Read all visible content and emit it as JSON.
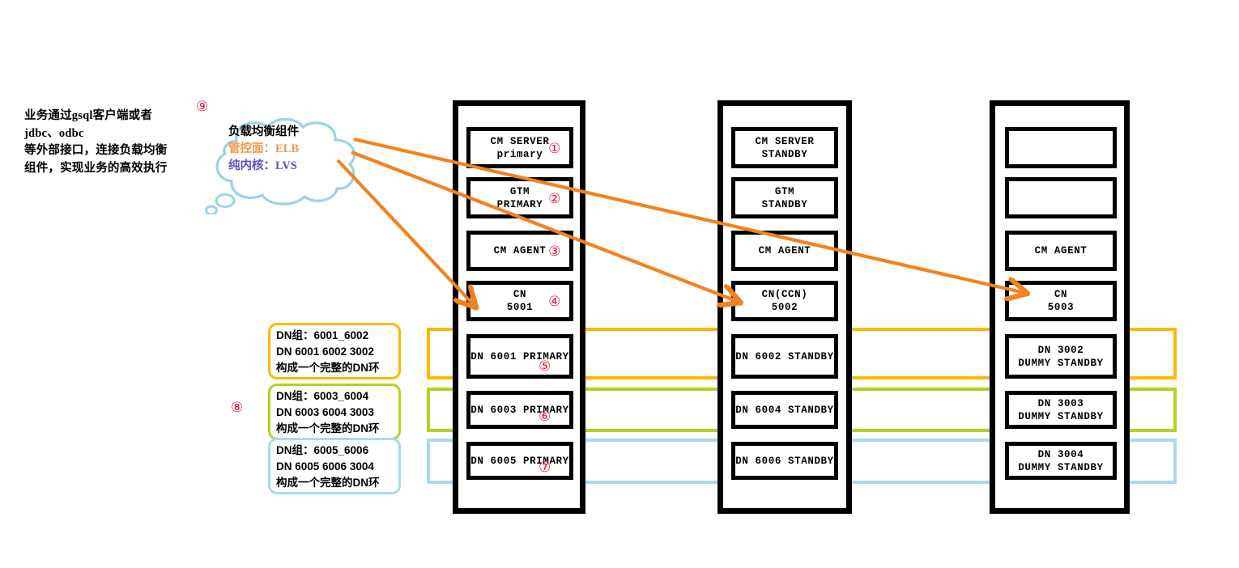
{
  "left_note": {
    "marker": "⑨",
    "lines": [
      "业务通过gsql客户端或者",
      "jdbc、odbc",
      "等外部接口，连接负载均衡",
      "组件，实现业务的高效执行"
    ]
  },
  "cloud": {
    "line1": "负载均衡组件",
    "line2": "管控面：ELB",
    "line3": "纯内核：LVS",
    "outline_color": "#9CD3E4",
    "line1_color": "#000000",
    "line2_color": "#F79646",
    "line3_color": "#5B4FC4"
  },
  "arrows": {
    "color": "#F2821E",
    "targets": [
      "CN 5001",
      "CN(CCN) 5002",
      "CN 5003"
    ]
  },
  "racks": [
    {
      "name": "rack-1",
      "units": [
        {
          "lines": [
            "CM SERVER",
            "primary"
          ],
          "marker": "①"
        },
        {
          "lines": [
            "GTM",
            "PRIMARY"
          ],
          "marker": "②"
        },
        {
          "lines": [
            "CM AGENT"
          ],
          "marker": "③"
        },
        {
          "lines": [
            "CN",
            "5001"
          ],
          "marker": "④"
        },
        {
          "lines": [
            "DN 6001 PRIMARY"
          ],
          "marker": "⑤"
        },
        {
          "lines": [
            "DN 6003 PRIMARY"
          ],
          "marker": "⑥"
        },
        {
          "lines": [
            "DN 6005 PRIMARY"
          ],
          "marker": "⑦"
        }
      ]
    },
    {
      "name": "rack-2",
      "units": [
        {
          "lines": [
            "CM SERVER",
            "STANDBY"
          ],
          "marker": ""
        },
        {
          "lines": [
            "GTM",
            "STANDBY"
          ],
          "marker": ""
        },
        {
          "lines": [
            "CM AGENT"
          ],
          "marker": ""
        },
        {
          "lines": [
            "CN(CCN)",
            "5002"
          ],
          "marker": ""
        },
        {
          "lines": [
            "DN 6002 STANDBY"
          ],
          "marker": ""
        },
        {
          "lines": [
            "DN 6004 STANDBY"
          ],
          "marker": ""
        },
        {
          "lines": [
            "DN 6006 STANDBY"
          ],
          "marker": ""
        }
      ]
    },
    {
      "name": "rack-3",
      "units": [
        {
          "lines": [],
          "marker": ""
        },
        {
          "lines": [],
          "marker": ""
        },
        {
          "lines": [
            "CM AGENT"
          ],
          "marker": ""
        },
        {
          "lines": [
            "CN",
            "5003"
          ],
          "marker": ""
        },
        {
          "lines": [
            "DN 3002",
            "DUMMY STANDBY"
          ],
          "marker": ""
        },
        {
          "lines": [
            "DN 3003",
            "DUMMY STANDBY"
          ],
          "marker": ""
        },
        {
          "lines": [
            "DN 3004",
            "DUMMY STANDBY"
          ],
          "marker": ""
        }
      ]
    }
  ],
  "dn_groups": {
    "marker": "⑧",
    "items": [
      {
        "color": "#FABA00",
        "l1": "DN组：6001_6002",
        "l2": "DN 6001 6002 3002",
        "l3": "构成一个完整的DN环"
      },
      {
        "color": "#AFD422",
        "l1": "DN组：6003_6004",
        "l2": "DN 6003 6004 3003",
        "l3": "构成一个完整的DN环"
      },
      {
        "color": "#A9DAEC",
        "l1": "DN组：6005_6006",
        "l2": "DN 6005 6006 3004",
        "l3": "构成一个完整的DN环"
      }
    ]
  }
}
